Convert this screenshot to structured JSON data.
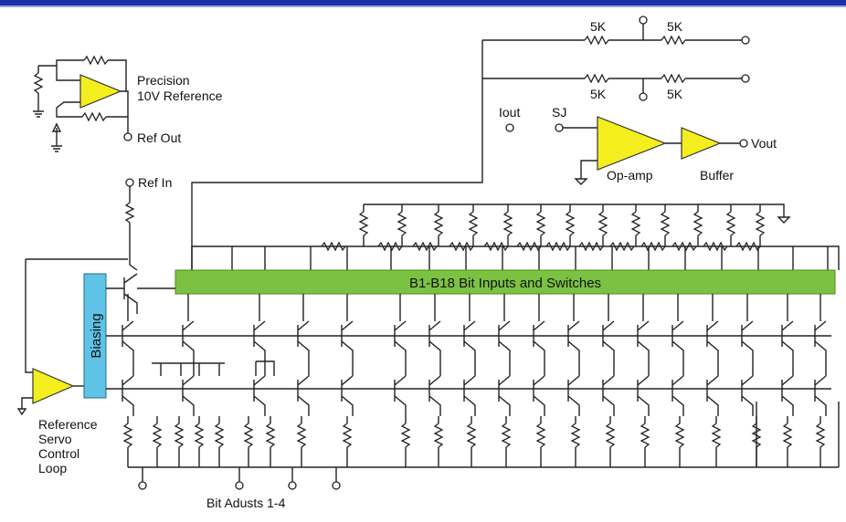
{
  "labels": {
    "precision_line1": "Precision",
    "precision_line2": "10V Reference",
    "ref_out": "Ref Out",
    "ref_in": "Ref In",
    "iout": "Iout",
    "sj": "SJ",
    "vout": "Vout",
    "op_amp": "Op-amp",
    "buffer": "Buffer",
    "biasing": "Biasing",
    "bit_bar": "B1-B18 Bit Inputs and Switches",
    "servo_line1": "Reference",
    "servo_line2": "Servo",
    "servo_line3": "Control",
    "servo_line4": "Loop",
    "bit_adjusts": "Bit Adusts 1-4",
    "r_top_left": "5K",
    "r_top_right": "5K",
    "r_bot_left": "5K",
    "r_bot_right": "5K"
  },
  "colors": {
    "header_bar": "#1b2fa6",
    "amp_fill": "#f5ee1e",
    "biasing_fill": "#5ec3e6",
    "bit_bar_fill": "#7cc242",
    "wire": "#222222"
  }
}
